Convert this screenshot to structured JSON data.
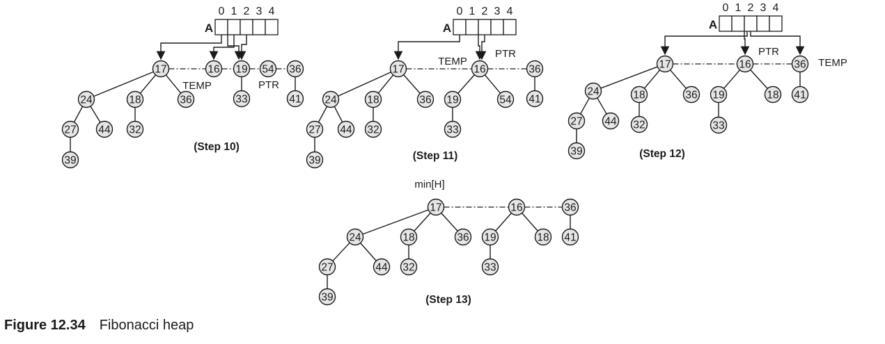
{
  "caption": {
    "number": "Figure 12.34",
    "title": "Fibonacci heap"
  },
  "colors": {
    "node_fill": "#e6e6e6",
    "node_stroke": "#1a1a1a",
    "line": "#1a1a1a"
  },
  "array": {
    "name": "A",
    "indices": [
      "0",
      "1",
      "2",
      "3",
      "4"
    ]
  },
  "min_label": "min[H]",
  "steps": [
    {
      "label": "(Step 10)",
      "nodes": [
        {
          "id": "s10-17",
          "key": "17"
        },
        {
          "id": "s10-24",
          "key": "24"
        },
        {
          "id": "s10-18",
          "key": "18"
        },
        {
          "id": "s10-36a",
          "key": "36"
        },
        {
          "id": "s10-27",
          "key": "27"
        },
        {
          "id": "s10-44",
          "key": "44"
        },
        {
          "id": "s10-32",
          "key": "32"
        },
        {
          "id": "s10-39",
          "key": "39"
        },
        {
          "id": "s10-16",
          "key": "16"
        },
        {
          "id": "s10-19",
          "key": "19"
        },
        {
          "id": "s10-33",
          "key": "33"
        },
        {
          "id": "s10-54",
          "key": "54"
        },
        {
          "id": "s10-36b",
          "key": "36"
        },
        {
          "id": "s10-41",
          "key": "41"
        }
      ],
      "pointer_labels": [
        "TEMP",
        "PTR"
      ]
    },
    {
      "label": "(Step 11)",
      "nodes": [
        {
          "id": "s11-17",
          "key": "17"
        },
        {
          "id": "s11-24",
          "key": "24"
        },
        {
          "id": "s11-18",
          "key": "18"
        },
        {
          "id": "s11-36a",
          "key": "36"
        },
        {
          "id": "s11-27",
          "key": "27"
        },
        {
          "id": "s11-44",
          "key": "44"
        },
        {
          "id": "s11-32",
          "key": "32"
        },
        {
          "id": "s11-39",
          "key": "39"
        },
        {
          "id": "s11-16",
          "key": "16"
        },
        {
          "id": "s11-19",
          "key": "19"
        },
        {
          "id": "s11-54",
          "key": "54"
        },
        {
          "id": "s11-33",
          "key": "33"
        },
        {
          "id": "s11-36b",
          "key": "36"
        },
        {
          "id": "s11-41",
          "key": "41"
        }
      ],
      "pointer_labels": [
        "TEMP",
        "PTR"
      ]
    },
    {
      "label": "(Step 12)",
      "nodes": [
        {
          "id": "s12-17",
          "key": "17"
        },
        {
          "id": "s12-24",
          "key": "24"
        },
        {
          "id": "s12-18a",
          "key": "18"
        },
        {
          "id": "s12-36a",
          "key": "36"
        },
        {
          "id": "s12-27",
          "key": "27"
        },
        {
          "id": "s12-44",
          "key": "44"
        },
        {
          "id": "s12-32",
          "key": "32"
        },
        {
          "id": "s12-39",
          "key": "39"
        },
        {
          "id": "s12-16",
          "key": "16"
        },
        {
          "id": "s12-19",
          "key": "19"
        },
        {
          "id": "s12-18b",
          "key": "18"
        },
        {
          "id": "s12-33",
          "key": "33"
        },
        {
          "id": "s12-36b",
          "key": "36"
        },
        {
          "id": "s12-41",
          "key": "41"
        }
      ],
      "pointer_labels": [
        "PTR",
        "TEMP"
      ]
    },
    {
      "label": "(Step 13)",
      "nodes": [
        {
          "id": "s13-17",
          "key": "17"
        },
        {
          "id": "s13-24",
          "key": "24"
        },
        {
          "id": "s13-18a",
          "key": "18"
        },
        {
          "id": "s13-36a",
          "key": "36"
        },
        {
          "id": "s13-27",
          "key": "27"
        },
        {
          "id": "s13-44",
          "key": "44"
        },
        {
          "id": "s13-32",
          "key": "32"
        },
        {
          "id": "s13-39",
          "key": "39"
        },
        {
          "id": "s13-16",
          "key": "16"
        },
        {
          "id": "s13-19",
          "key": "19"
        },
        {
          "id": "s13-18b",
          "key": "18"
        },
        {
          "id": "s13-33",
          "key": "33"
        },
        {
          "id": "s13-36b",
          "key": "36"
        },
        {
          "id": "s13-41",
          "key": "41"
        }
      ],
      "pointer_labels": []
    }
  ]
}
